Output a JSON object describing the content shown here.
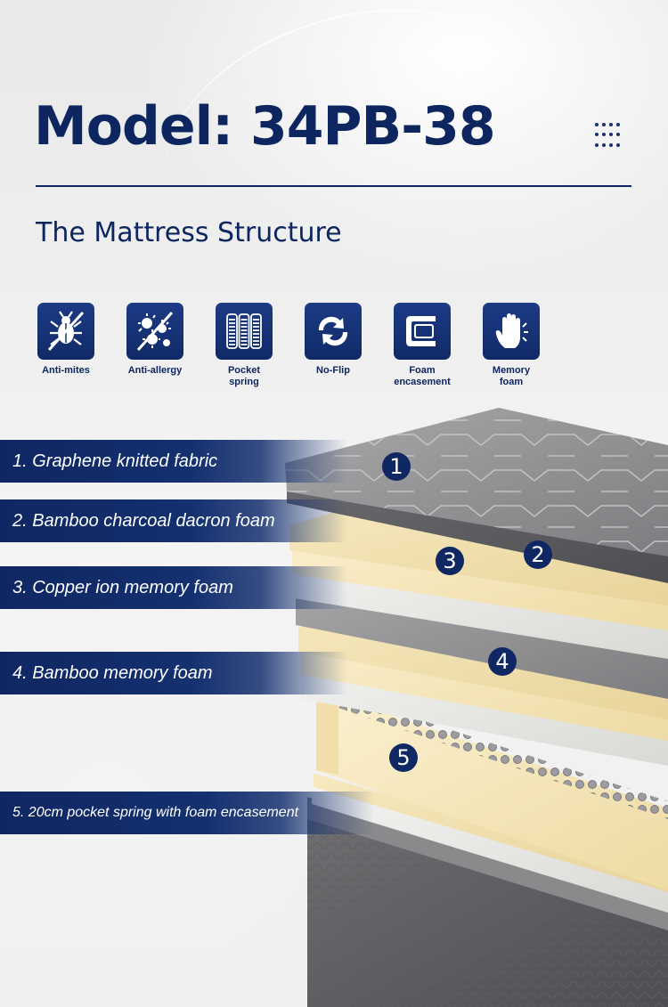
{
  "header": {
    "title": "Model: 34PB-38",
    "subtitle": "The Mattress Structure",
    "menu_icon": "dots-grid-icon"
  },
  "features": [
    {
      "icon": "bug-crossed-icon",
      "label": "Anti-mites"
    },
    {
      "icon": "allergen-crossed-icon",
      "label": "Anti-allergy"
    },
    {
      "icon": "pocket-spring-icon",
      "label": "Pocket\nspring"
    },
    {
      "icon": "flip-arrows-icon",
      "label": "No-Flip"
    },
    {
      "icon": "foam-encasement-icon",
      "label": "Foam\nencasement"
    },
    {
      "icon": "hand-press-icon",
      "label": "Memory\nfoam"
    }
  ],
  "layers": [
    {
      "number": "1",
      "label": "1. Graphene knitted fabric"
    },
    {
      "number": "2",
      "label": "2. Bamboo charcoal dacron foam"
    },
    {
      "number": "3",
      "label": "3. Copper ion memory foam"
    },
    {
      "number": "4",
      "label": "4. Bamboo memory foam"
    },
    {
      "number": "5",
      "label": "5. 20cm pocket spring with foam encasement"
    }
  ],
  "colors": {
    "brand_navy": "#0d2660",
    "foam_cream": "#f2e3b3",
    "fabric_grey": "#8d8d8f"
  }
}
